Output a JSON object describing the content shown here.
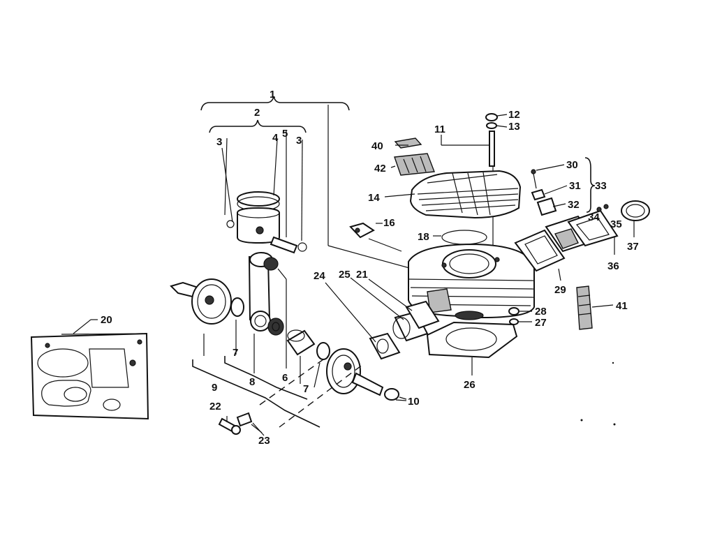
{
  "labels": {
    "l1": "1",
    "l2": "2",
    "l3a": "3",
    "l3b": "3",
    "l4": "4",
    "l5": "5",
    "l6": "6",
    "l7a": "7",
    "l7b": "7",
    "l8": "8",
    "l9": "9",
    "l10": "10",
    "l11": "11",
    "l12": "12",
    "l13": "13",
    "l14": "14",
    "l16": "16",
    "l18": "18",
    "l20": "20",
    "l21": "21",
    "l22": "22",
    "l23": "23",
    "l24": "24",
    "l25": "25",
    "l26": "26",
    "l27": "27",
    "l28": "28",
    "l29": "29",
    "l30": "30",
    "l31": "31",
    "l32": "32",
    "l33": "33",
    "l34": "34",
    "l35": "35",
    "l36": "36",
    "l37": "37",
    "l40": "40",
    "l41": "41",
    "l42": "42"
  }
}
